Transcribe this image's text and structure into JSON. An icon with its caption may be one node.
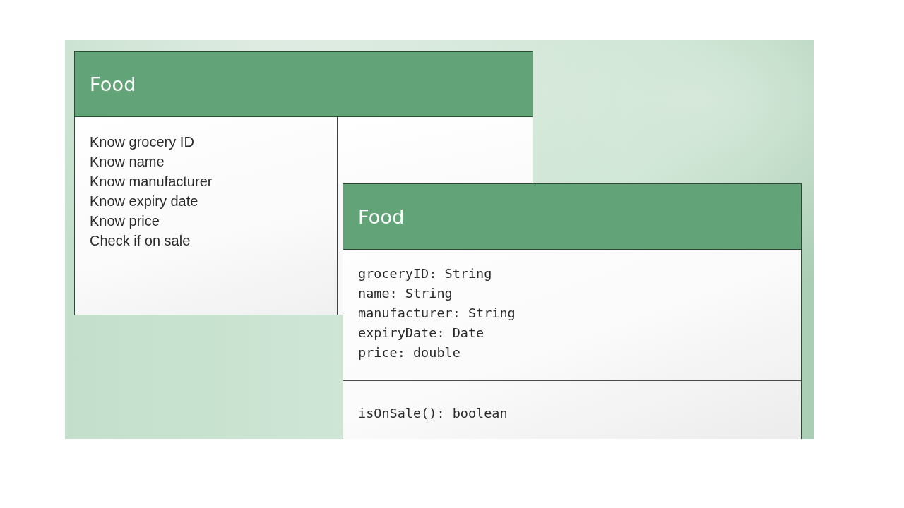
{
  "diagram": {
    "nodes": [
      {
        "text": [
          "Food"
        ]
      },
      {
        "text": [
          "Know grocery ID",
          "Know name",
          "Know manufacturer",
          "Know expiry date",
          "Know price",
          "Check if on sale"
        ],
        "in": 0
      },
      {
        "text": [],
        "shape": "box",
        "in": 0
      },
      {
        "text": [
          "Food"
        ]
      },
      {
        "text": [
          "groceryID: String",
          "name: String",
          "manufacturer: String",
          "expiryDate: Date",
          "price: double"
        ],
        "in": 3
      },
      {
        "text": [
          "isOnSale(): boolean"
        ],
        "in": 3
      }
    ]
  }
}
